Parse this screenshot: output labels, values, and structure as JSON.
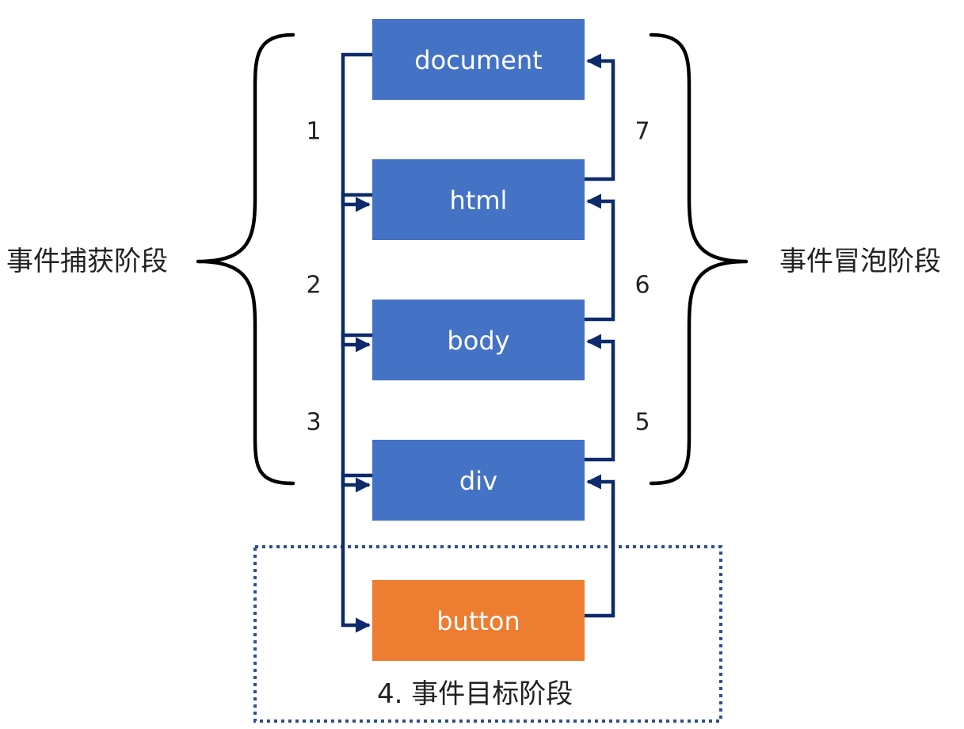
{
  "nodes": [
    {
      "id": "document",
      "label": "document",
      "kind": "ancestor"
    },
    {
      "id": "html",
      "label": "html",
      "kind": "ancestor"
    },
    {
      "id": "body",
      "label": "body",
      "kind": "ancestor"
    },
    {
      "id": "div",
      "label": "div",
      "kind": "ancestor"
    },
    {
      "id": "button",
      "label": "button",
      "kind": "target"
    }
  ],
  "capture_steps": [
    "1",
    "2",
    "3"
  ],
  "bubble_steps": [
    "7",
    "6",
    "5"
  ],
  "phases": {
    "capture": "事件捕获阶段",
    "bubble": "事件冒泡阶段",
    "target": "4. 事件目标阶段"
  },
  "colors": {
    "ancestor": "#4472c4",
    "target": "#ed7d31",
    "arrow": "#0d2a6b",
    "brace": "#000000",
    "target_box": "#2f4f8f"
  }
}
